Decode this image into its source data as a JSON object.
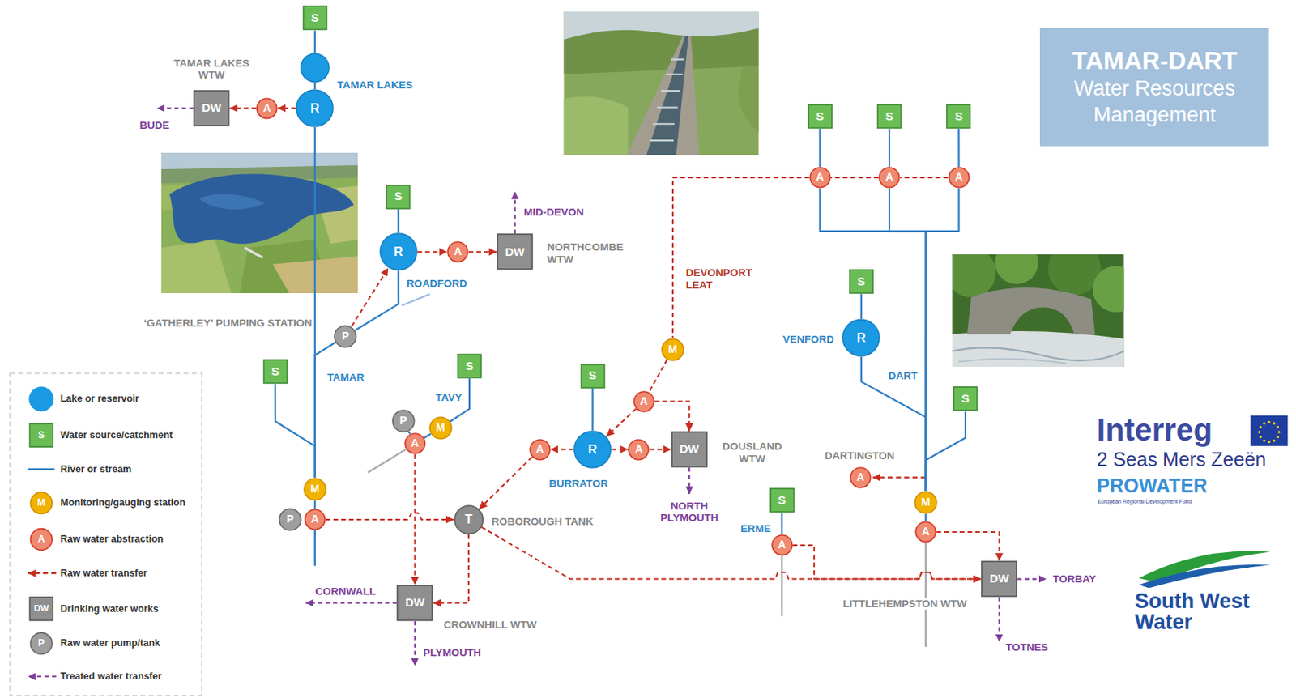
{
  "diagram": {
    "nodes": [
      {
        "text": [
          "S"
        ]
      },
      {
        "text": [
          "R"
        ]
      },
      {
        "text": [
          "A"
        ]
      },
      {
        "text": [
          "DW"
        ]
      },
      {
        "text": [
          "S"
        ]
      },
      {
        "text": [
          "R"
        ]
      },
      {
        "text": [
          "A"
        ]
      },
      {
        "text": [
          "DW"
        ]
      },
      {
        "text": [
          "P"
        ]
      },
      {
        "text": [
          "S"
        ]
      },
      {
        "text": [
          "M"
        ]
      },
      {
        "text": [
          "P"
        ]
      },
      {
        "text": [
          "A"
        ]
      },
      {
        "text": [
          "S"
        ]
      },
      {
        "text": [
          "M"
        ]
      },
      {
        "text": [
          "P"
        ]
      },
      {
        "text": [
          "A"
        ]
      },
      {
        "text": [
          "DW"
        ]
      },
      {
        "text": [
          "T"
        ]
      },
      {
        "text": [
          "S"
        ]
      },
      {
        "text": [
          "R"
        ]
      },
      {
        "text": [
          "A"
        ]
      },
      {
        "text": [
          "A"
        ]
      },
      {
        "text": [
          "DW"
        ]
      },
      {
        "text": [
          "A"
        ]
      },
      {
        "text": [
          "M"
        ]
      },
      {
        "text": [
          "S"
        ]
      },
      {
        "text": [
          "S"
        ]
      },
      {
        "text": [
          "S"
        ]
      },
      {
        "text": [
          "A"
        ]
      },
      {
        "text": [
          "A"
        ]
      },
      {
        "text": [
          "A"
        ]
      },
      {
        "text": [
          "S"
        ]
      },
      {
        "text": [
          "R"
        ]
      },
      {
        "text": [
          "S"
        ]
      },
      {
        "text": [
          "A"
        ]
      },
      {
        "text": [
          "M"
        ]
      },
      {
        "text": [
          "A"
        ]
      },
      {
        "text": [
          "S"
        ]
      },
      {
        "text": [
          "A"
        ]
      },
      {
        "text": [
          "DW"
        ]
      },
      {
        "text": [
          "TAMAR-DART",
          "Water Resources Management"
        ]
      }
    ],
    "edges": [
      {
        "from": 0,
        "to": 1,
        "arrow": "none"
      },
      {
        "from": 1,
        "to": 2,
        "arrow": "to"
      },
      {
        "from": 2,
        "to": 3,
        "arrow": "to"
      },
      {
        "from": 4,
        "to": 5,
        "arrow": "none"
      },
      {
        "from": 5,
        "to": 6,
        "arrow": "to"
      },
      {
        "from": 6,
        "to": 7,
        "arrow": "to"
      },
      {
        "from": 8,
        "to": 5,
        "arrow": "to"
      },
      {
        "from": 5,
        "to": 8,
        "arrow": "none"
      },
      {
        "from": 1,
        "to": 10,
        "arrow": "none"
      },
      {
        "from": 8,
        "to": 10,
        "arrow": "none"
      },
      {
        "from": 9,
        "to": 10,
        "arrow": "none"
      },
      {
        "from": 10,
        "to": 12,
        "arrow": "none"
      },
      {
        "from": 12,
        "to": 18,
        "arrow": "to"
      },
      {
        "from": 13,
        "to": 14,
        "arrow": "none"
      },
      {
        "from": 14,
        "to": 16,
        "arrow": "none"
      },
      {
        "from": 15,
        "to": 16,
        "arrow": "none"
      },
      {
        "from": 16,
        "to": 17,
        "arrow": "to"
      },
      {
        "from": 18,
        "to": 17,
        "arrow": "to"
      },
      {
        "from": 19,
        "to": 20,
        "arrow": "none"
      },
      {
        "from": 20,
        "to": 21,
        "arrow": "to"
      },
      {
        "from": 21,
        "to": 18,
        "arrow": "to"
      },
      {
        "from": 20,
        "to": 22,
        "arrow": "to"
      },
      {
        "from": 22,
        "to": 23,
        "arrow": "to"
      },
      {
        "from": 31,
        "to": 30,
        "arrow": "none"
      },
      {
        "from": 30,
        "to": 29,
        "arrow": "none"
      },
      {
        "from": 29,
        "to": 25,
        "arrow": "none"
      },
      {
        "from": 25,
        "to": 24,
        "arrow": "none"
      },
      {
        "from": 24,
        "to": 20,
        "arrow": "to"
      },
      {
        "from": 24,
        "to": 23,
        "arrow": "to"
      },
      {
        "from": 26,
        "to": 29,
        "arrow": "none"
      },
      {
        "from": 27,
        "to": 30,
        "arrow": "none"
      },
      {
        "from": 28,
        "to": 31,
        "arrow": "none"
      },
      {
        "from": 29,
        "to": 36,
        "arrow": "none"
      },
      {
        "from": 30,
        "to": 36,
        "arrow": "none"
      },
      {
        "from": 31,
        "to": 36,
        "arrow": "none"
      },
      {
        "from": 32,
        "to": 33,
        "arrow": "none"
      },
      {
        "from": 33,
        "to": 36,
        "arrow": "none"
      },
      {
        "from": 34,
        "to": 36,
        "arrow": "none"
      },
      {
        "from": 36,
        "to": 37,
        "arrow": "none"
      },
      {
        "from": 37,
        "to": 40,
        "arrow": "to"
      },
      {
        "from": 38,
        "to": 39,
        "arrow": "none"
      },
      {
        "from": 39,
        "to": 40,
        "arrow": "to"
      },
      {
        "from": 18,
        "to": 40,
        "arrow": "to"
      }
    ],
    "labels": [
      "TAMAR LAKES WTW",
      "BUDE",
      "TAMAR LAKES",
      "ROADFORD",
      "MID-DEVON",
      "NORTHCOMBE WTW",
      "‘GATHERLEY’ PUMPING STATION",
      "TAMAR",
      "TAVY",
      "DEVONPORT LEAT",
      "BURRATOR",
      "DOUSLAND WTW",
      "NORTH PLYMOUTH",
      "ROBOROUGH TANK",
      "CORNWALL",
      "CROWNHILL WTW",
      "PLYMOUTH",
      "VENFORD",
      "DART",
      "DARTINGTON",
      "ERME",
      "LITTLEHEMPSTON WTW",
      "TORBAY",
      "TOTNES",
      "Interreg",
      "2 Seas Mers Zeeën",
      "PROWATER",
      "European Regional Development Fund",
      "South West Water",
      "S",
      "M",
      "A",
      "DW",
      "P"
    ],
    "legend": [
      {
        "text": "Lake or reservoir"
      },
      {
        "text": "Water source/catchment"
      },
      {
        "text": "River or stream"
      },
      {
        "text": "Monitoring/gauging station"
      },
      {
        "text": "Raw water abstraction"
      },
      {
        "text": "Raw water transfer"
      },
      {
        "text": "Drinking water works"
      },
      {
        "text": "Raw water pump/tank"
      },
      {
        "text": "Treated water transfer"
      }
    ]
  }
}
